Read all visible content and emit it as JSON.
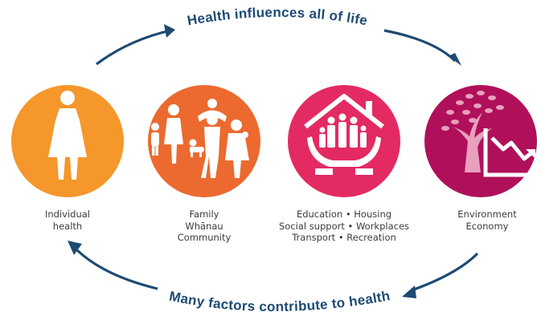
{
  "title_top": "Health influences all of life",
  "title_bottom": "Many factors contribute to health",
  "colors": {
    "arrow": "#1d4a73",
    "individual": "#f5972a",
    "family": "#ec6a2f",
    "education": "#e42a63",
    "environment": "#b0105a",
    "icon": "#ffffff"
  },
  "nodes": [
    {
      "id": "individual",
      "icon": "woman-icon",
      "label_lines": [
        "Individual",
        "health"
      ]
    },
    {
      "id": "family",
      "icon": "family-icon",
      "label_lines": [
        "Family",
        "Whānau",
        "Community"
      ]
    },
    {
      "id": "education",
      "icon": "house-hands-icon",
      "label_lines": [
        "Education • Housing",
        "Social support • Workplaces",
        "Transport • Recreation"
      ]
    },
    {
      "id": "environment",
      "icon": "tree-chart-icon",
      "label_lines": [
        "Environment",
        "Economy"
      ]
    }
  ]
}
